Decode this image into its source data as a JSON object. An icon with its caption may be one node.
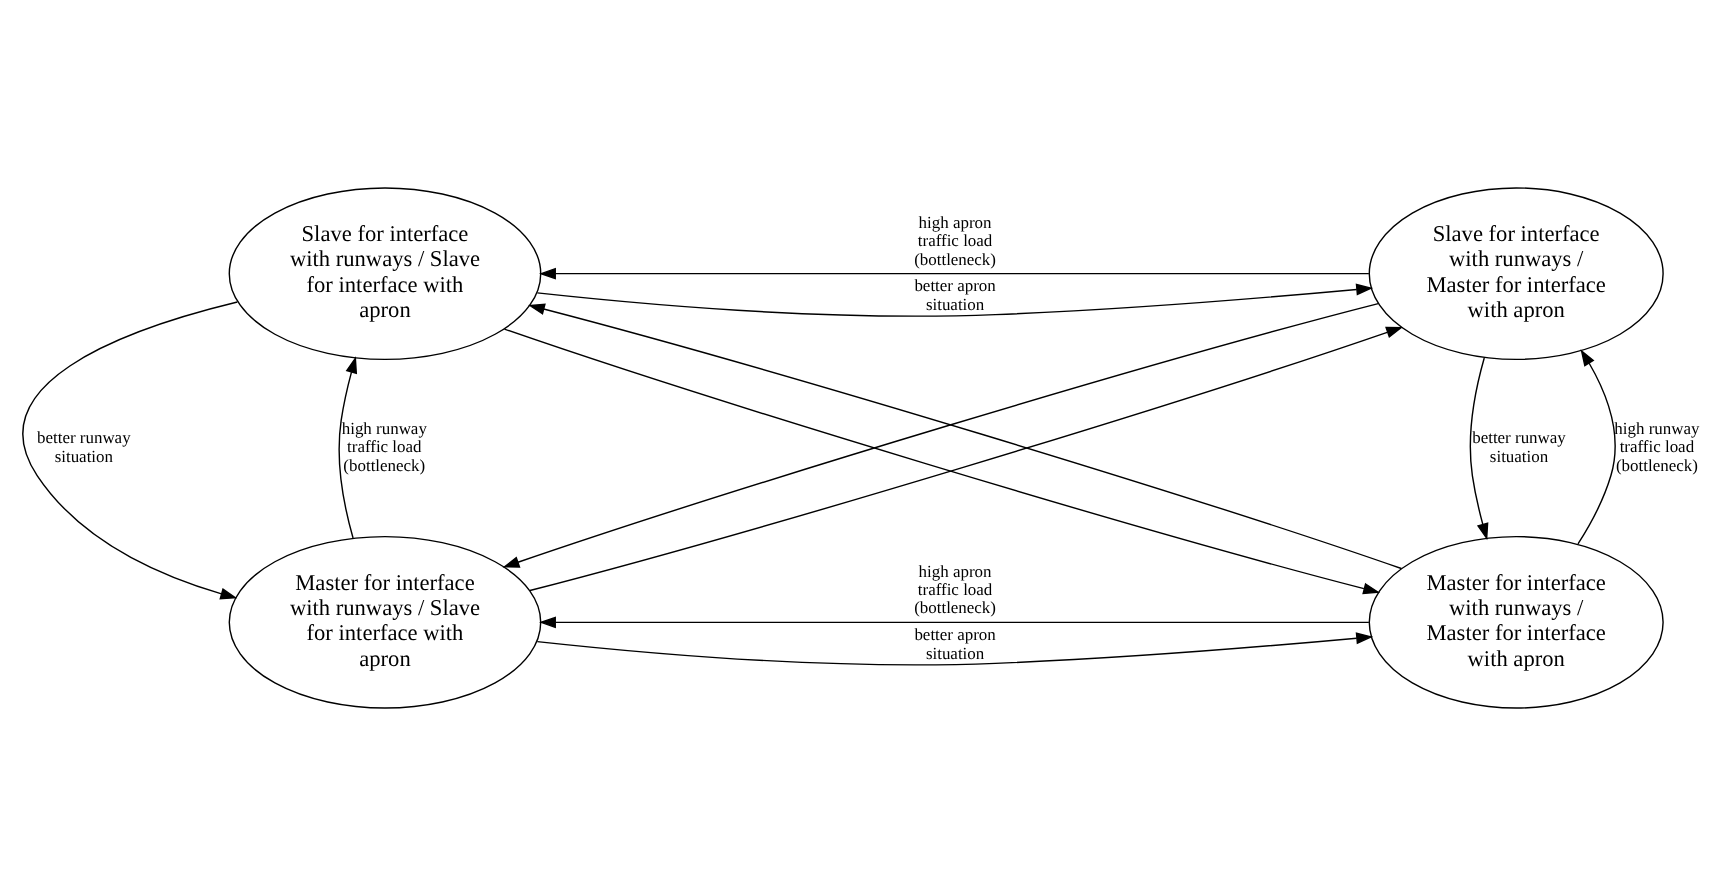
{
  "diagram": {
    "nodes": [
      {
        "text": [
          "Slave for interface with runways / Slave for interface with apron"
        ]
      },
      {
        "text": [
          "Slave for interface with runways / Master for interface with apron"
        ]
      },
      {
        "text": [
          "Master for interface with runways / Slave for interface with apron"
        ]
      },
      {
        "text": [
          "Master for interface with runways / Master for interface with apron"
        ]
      }
    ],
    "edges": [
      {
        "from": 0,
        "to": 1,
        "arrow": "to",
        "label": "better apron situation"
      },
      {
        "from": 1,
        "to": 0,
        "arrow": "to",
        "label": "high apron traffic load (bottleneck)"
      },
      {
        "from": 0,
        "to": 2,
        "arrow": "to",
        "label": "better runway situation"
      },
      {
        "from": 2,
        "to": 0,
        "arrow": "to",
        "label": "high runway traffic load (bottleneck)"
      },
      {
        "from": 1,
        "to": 3,
        "arrow": "to",
        "label": "better runway situation"
      },
      {
        "from": 3,
        "to": 1,
        "arrow": "to",
        "label": "high runway traffic load (bottleneck)"
      },
      {
        "from": 2,
        "to": 3,
        "arrow": "to",
        "label": "better apron situation"
      },
      {
        "from": 3,
        "to": 2,
        "arrow": "to",
        "label": "high apron traffic load (bottleneck)"
      },
      {
        "from": 0,
        "to": 3,
        "arrow": "to"
      },
      {
        "from": 3,
        "to": 0,
        "arrow": "to"
      },
      {
        "from": 2,
        "to": 1,
        "arrow": "to"
      },
      {
        "from": 1,
        "to": 2,
        "arrow": "to"
      }
    ]
  }
}
